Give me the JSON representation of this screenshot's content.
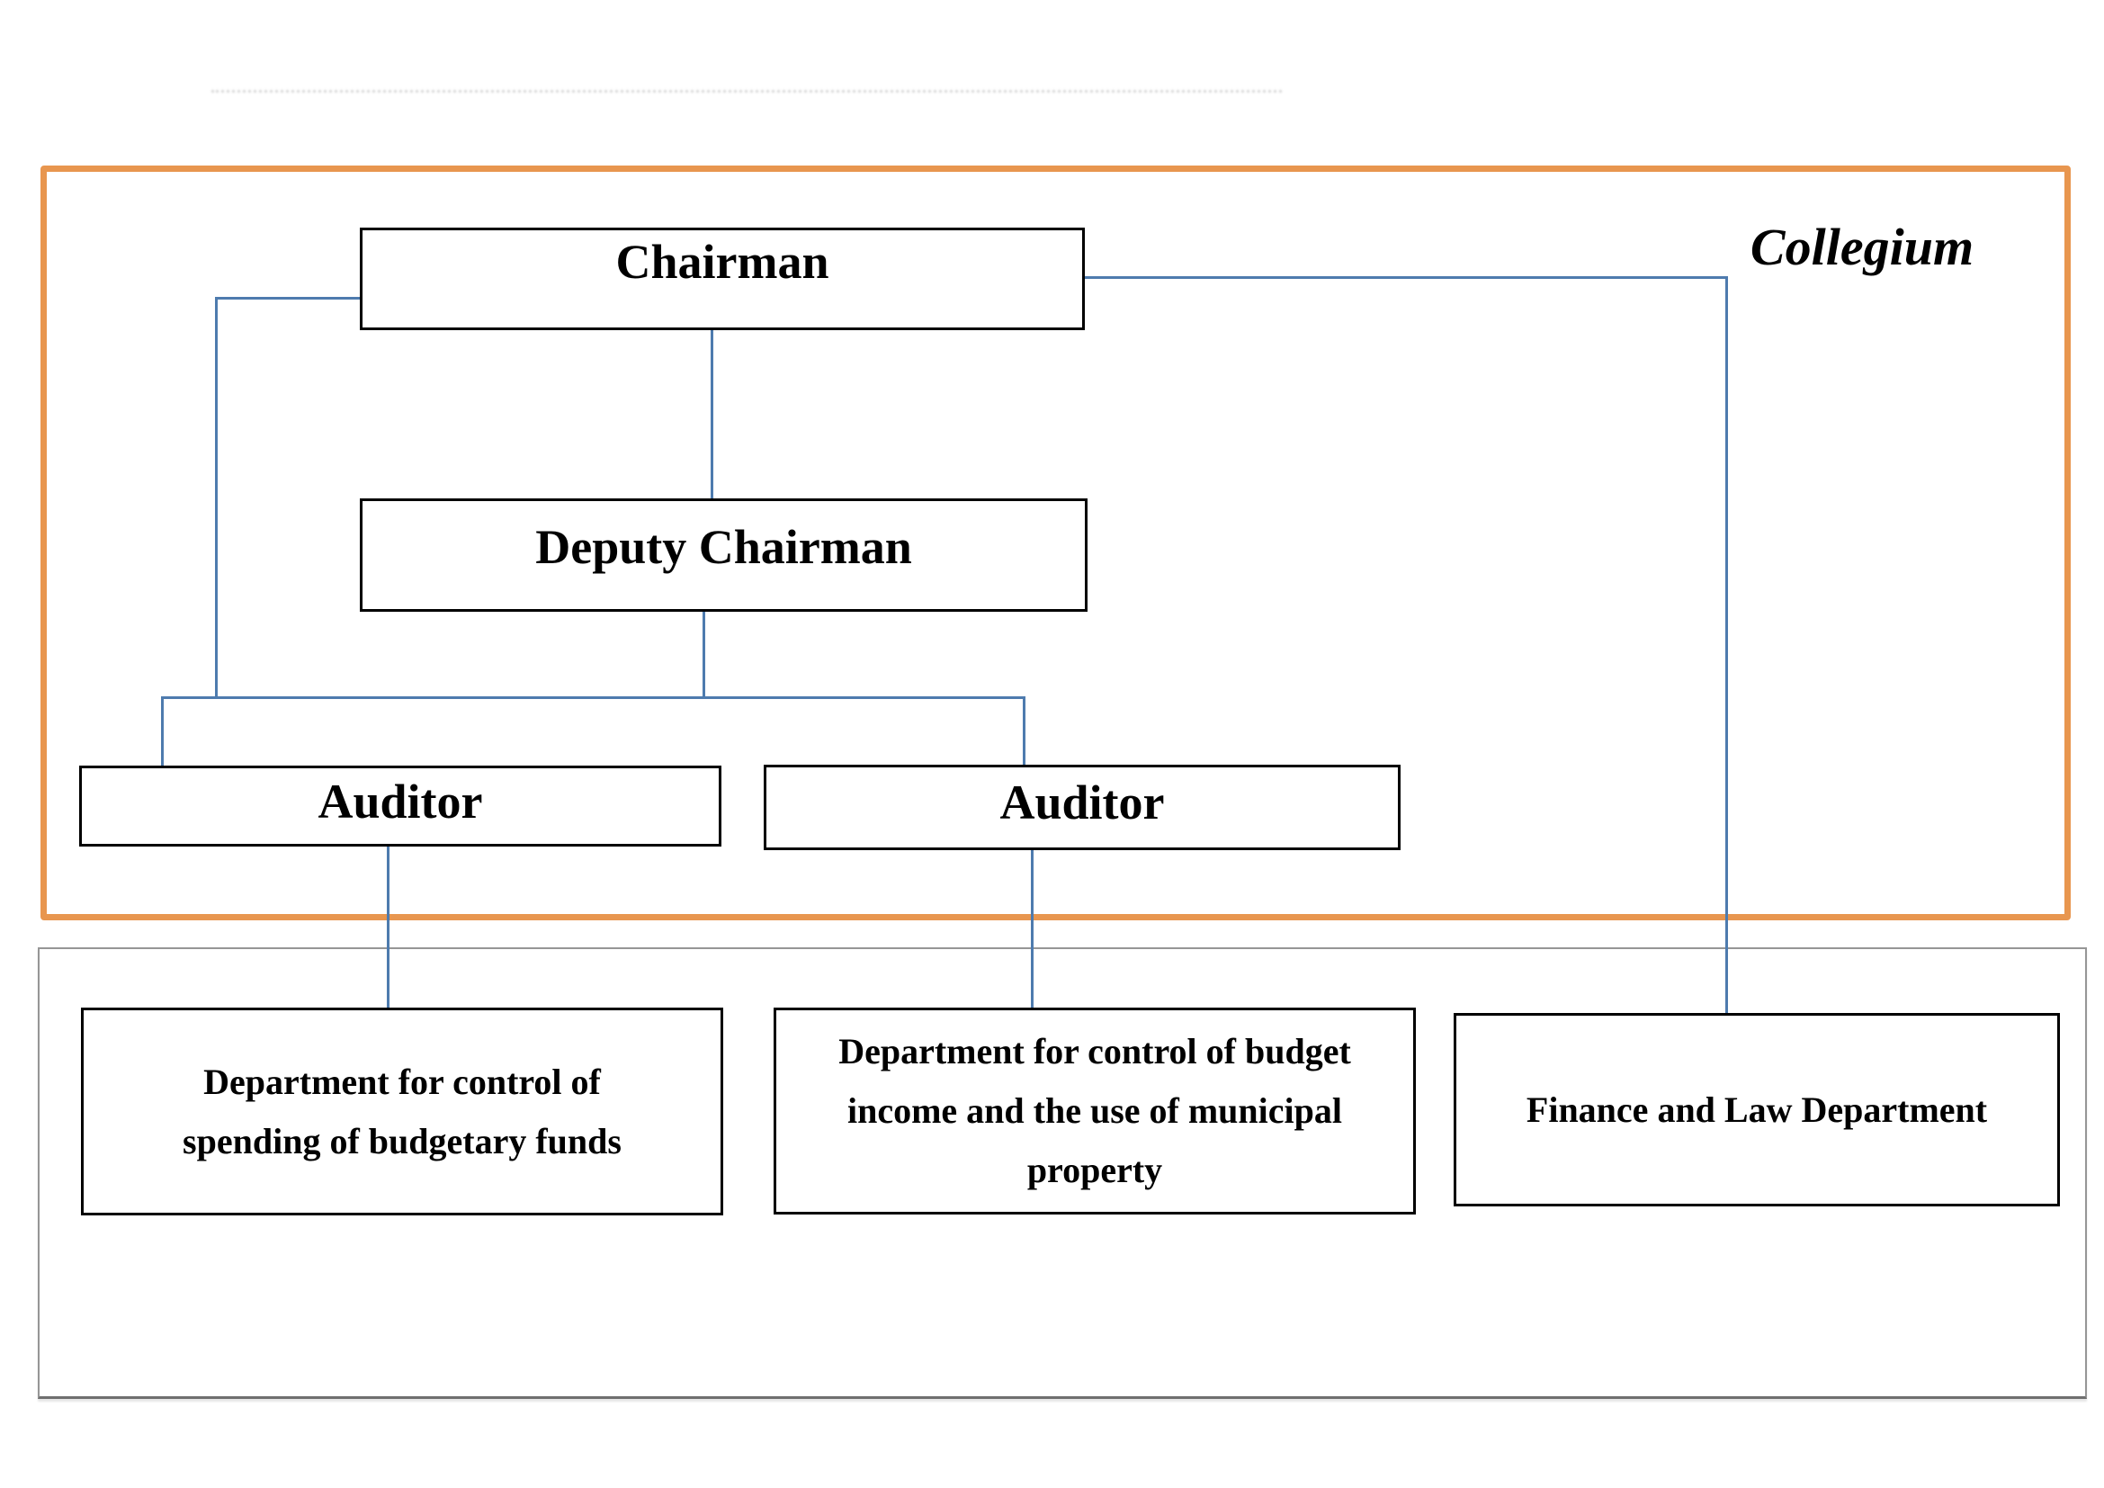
{
  "colors": {
    "collegium_border": "#E8964F",
    "connector": "#4E7BAE",
    "node_border": "#000000",
    "container_border": "#969696",
    "container_border_bottom": "#6F6F6F",
    "page_bg": "#FFFFFF"
  },
  "collegium": {
    "label": "Collegium"
  },
  "nodes": {
    "chairman": {
      "label": "Chairman"
    },
    "deputy_chairman": {
      "label": "Deputy Chairman"
    },
    "auditor_left": {
      "label": "Auditor"
    },
    "auditor_right": {
      "label": "Auditor"
    },
    "dept_spending": {
      "label": "Department for control of spending of budgetary funds"
    },
    "dept_income": {
      "label": "Department for control of budget income and the use of municipal property"
    },
    "dept_finance": {
      "label": "Finance and Law Department"
    }
  }
}
